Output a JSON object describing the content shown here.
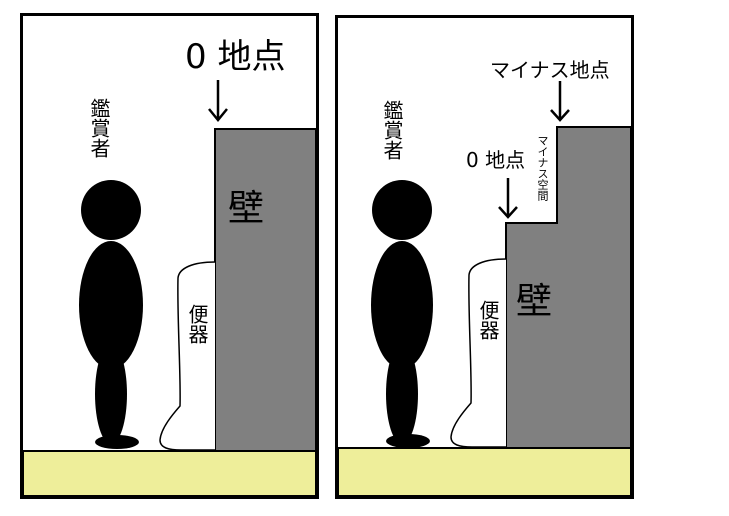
{
  "colors": {
    "wall": "#808080",
    "floor": "#eeee9a",
    "figure": "#000000",
    "outline": "#000000",
    "background": "#ffffff"
  },
  "left_panel": {
    "zero_point_label": "0 地点",
    "viewer_label": "鑑賞者",
    "wall_label": "壁",
    "toilet_label": "便器"
  },
  "right_panel": {
    "minus_point_label": "マイナス地点",
    "zero_point_label": "0 地点",
    "minus_space_label": "マイナス空間",
    "viewer_label": "鑑賞者",
    "wall_label": "壁",
    "toilet_label": "便器"
  }
}
